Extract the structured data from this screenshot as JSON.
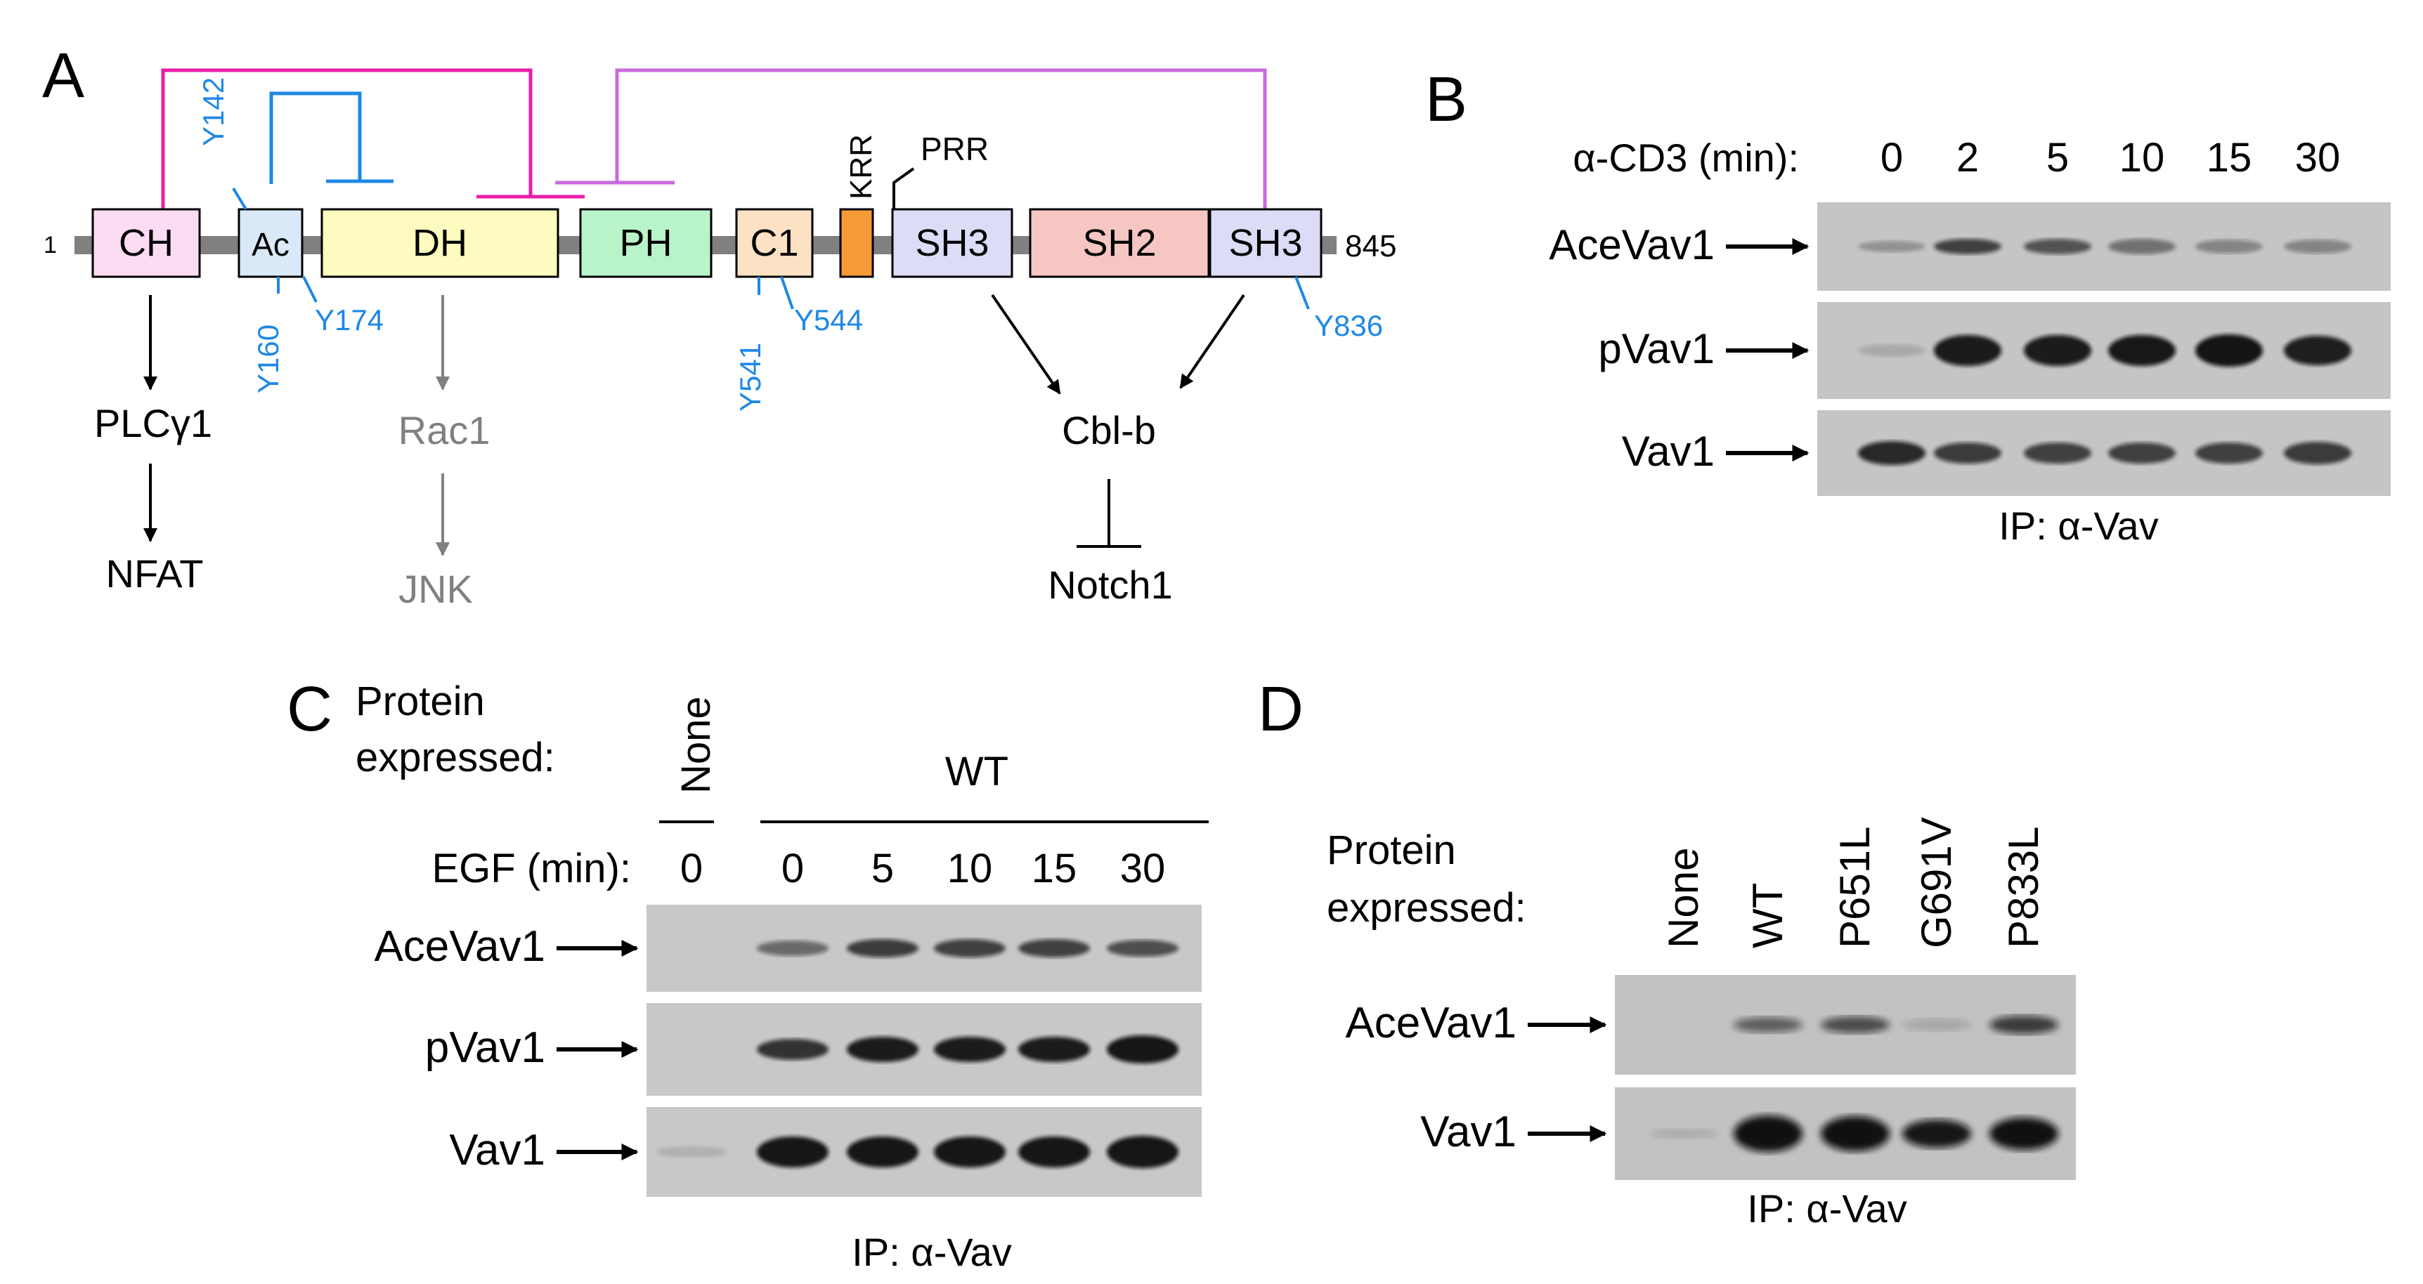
{
  "panels": {
    "a": "A",
    "b": "B",
    "c": "C",
    "d": "D"
  },
  "panel_a": {
    "start_residue": "1",
    "end_residue": "845",
    "domains": {
      "ch": "CH",
      "ac": "Ac",
      "dh": "DH",
      "ph": "PH",
      "c1": "C1",
      "sh3_n": "SH3",
      "sh2": "SH2",
      "sh3_c": "SH3"
    },
    "region_labels": {
      "krr": "KRR",
      "prr": "PRR"
    },
    "tyrosines": {
      "y142": "Y142",
      "y160": "Y160",
      "y174": "Y174",
      "y541": "Y541",
      "y544": "Y544",
      "y836": "Y836"
    },
    "pathways": {
      "plcg1": "PLCγ1",
      "nfat": "NFAT",
      "rac1": "Rac1",
      "jnk": "JNK",
      "cblb": "Cbl-b",
      "notch1": "Notch1"
    },
    "colors": {
      "ch": "#fbdcf3",
      "ac": "#d9e9f8",
      "dh": "#fdfbbf",
      "ph": "#b8f3c9",
      "c1": "#fde1c4",
      "krr": "#f79a35",
      "sh3": "#dcdcf6",
      "sh2": "#f6c6c2",
      "backbone": "#808080",
      "tyrosine": "#1e88e5",
      "inhibit_magenta": "#e91ea8",
      "inhibit_violet": "#c86be0",
      "inhibit_blue": "#1e88e5",
      "gray_path": "#808080"
    }
  },
  "panel_b": {
    "treatment_label": "α-CD3 (min):",
    "timepoints": [
      "0",
      "2",
      "5",
      "10",
      "15",
      "30"
    ],
    "blots": [
      "AceVav1",
      "pVav1",
      "Vav1"
    ],
    "ip_label": "IP: α-Vav"
  },
  "panel_c": {
    "protein_label_line1": "Protein",
    "protein_label_line2": "expressed:",
    "group_none": "None",
    "group_wt": "WT",
    "treatment_label": "EGF (min):",
    "timepoints": [
      "0",
      "0",
      "5",
      "10",
      "15",
      "30"
    ],
    "blots": [
      "AceVav1",
      "pVav1",
      "Vav1"
    ],
    "ip_label": "IP: α-Vav"
  },
  "panel_d": {
    "protein_label_line1": "Protein",
    "protein_label_line2": "expressed:",
    "lanes": [
      "None",
      "WT",
      "P651L",
      "G691V",
      "P833L"
    ],
    "blots": [
      "AceVav1",
      "Vav1"
    ],
    "ip_label": "IP: α-Vav"
  }
}
